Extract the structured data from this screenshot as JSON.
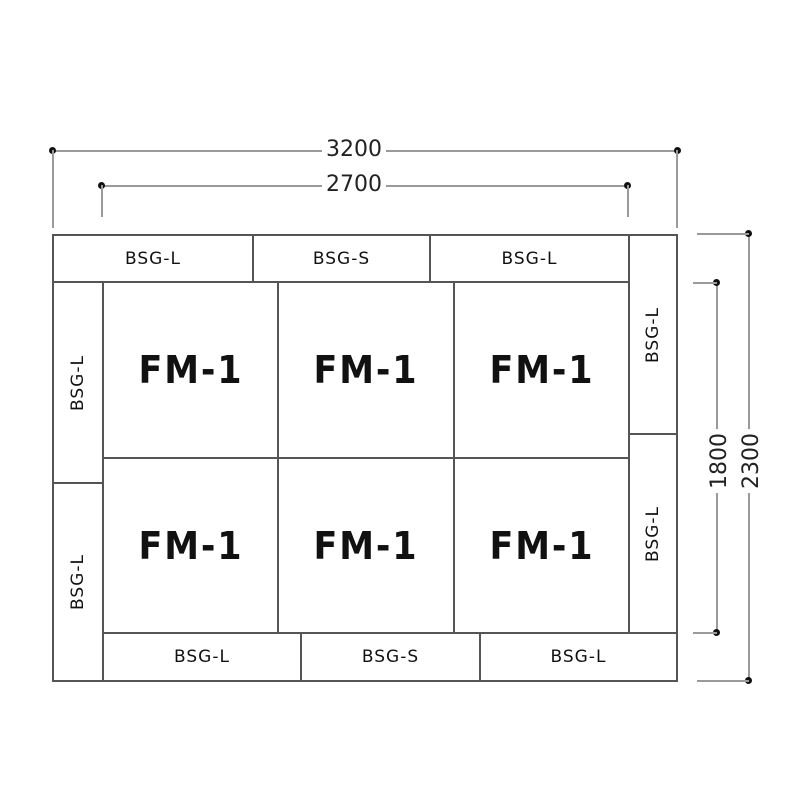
{
  "dimensions": {
    "overall_width": "3200",
    "inner_width": "2700",
    "inner_height": "1800",
    "overall_height": "2300"
  },
  "panels": {
    "top": [
      {
        "label": "BSG-L"
      },
      {
        "label": "BSG-S"
      },
      {
        "label": "BSG-L"
      }
    ],
    "bottom": [
      {
        "label": "BSG-L"
      },
      {
        "label": "BSG-S"
      },
      {
        "label": "BSG-L"
      }
    ],
    "left": [
      {
        "label": "BSG-L"
      },
      {
        "label": "BSG-L"
      }
    ],
    "right": [
      {
        "label": "BSG-L"
      },
      {
        "label": "BSG-L"
      }
    ],
    "center": [
      {
        "label": "FM-1"
      },
      {
        "label": "FM-1"
      },
      {
        "label": "FM-1"
      },
      {
        "label": "FM-1"
      },
      {
        "label": "FM-1"
      },
      {
        "label": "FM-1"
      }
    ]
  },
  "colors": {
    "border": "#555555",
    "dimension_line": "#9a9a9a",
    "text": "#111111"
  }
}
